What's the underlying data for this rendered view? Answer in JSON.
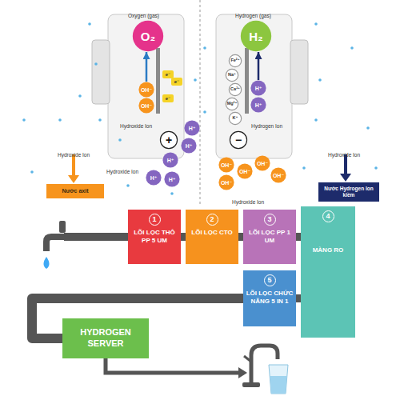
{
  "diagram": {
    "nodes": [
      {
        "text": [
          "O₂"
        ]
      },
      {
        "text": [
          "H₂"
        ]
      },
      {
        "text": [
          "Fe²⁺"
        ]
      },
      {
        "text": [
          "Na⁺"
        ]
      },
      {
        "text": [
          "e⁻"
        ]
      },
      {
        "text": [
          "e⁻"
        ]
      },
      {
        "text": [
          "OH⁻"
        ]
      },
      {
        "text": [
          "H⁺"
        ]
      },
      {
        "text": [
          "Ca²⁺"
        ]
      },
      {
        "text": [
          "e⁻"
        ]
      },
      {
        "text": [
          "OH⁻"
        ]
      },
      {
        "text": [
          "Mg²⁺"
        ]
      },
      {
        "text": [
          "H⁺"
        ]
      },
      {
        "text": [
          "K⁺"
        ]
      },
      {
        "text": [
          "H⁺"
        ]
      },
      {
        "text": [
          "+"
        ]
      },
      {
        "text": [
          "−"
        ]
      },
      {
        "text": [
          "H⁺"
        ]
      },
      {
        "text": [
          "H⁺"
        ]
      },
      {
        "text": [
          "H⁺"
        ]
      },
      {
        "text": [
          "H⁺"
        ]
      },
      {
        "text": [
          "OH⁻"
        ]
      },
      {
        "text": [
          "OH⁻"
        ]
      },
      {
        "text": [
          "OH⁻"
        ]
      },
      {
        "text": [
          "OH⁻"
        ]
      },
      {
        "text": [
          "OH⁻"
        ]
      },
      {
        "text": [
          "Nước axit"
        ]
      },
      {
        "text": [
          "Nước Hydrogen Ion kiềm"
        ]
      },
      {
        "text": [
          "1",
          "LÕI LỌC THÔ PP 5 UM"
        ]
      },
      {
        "text": [
          "2",
          "LÕI LỌC CTO"
        ]
      },
      {
        "text": [
          "3",
          "LÕI LỌC PP 1 UM"
        ]
      },
      {
        "text": [
          "4",
          "MÀNG RO"
        ]
      },
      {
        "text": [
          "5",
          "LÕI LỌC CHỨC NĂNG 5 IN 1"
        ]
      },
      {
        "text": [
          "HYDROGEN SERVER"
        ]
      }
    ],
    "edges": [
      {
        "from": 6,
        "to": 0,
        "arrow": "to"
      },
      {
        "from": 7,
        "to": 1,
        "arrow": "to"
      },
      {
        "from": 28,
        "to": 29,
        "arrow": "none"
      },
      {
        "from": 29,
        "to": 30,
        "arrow": "none"
      },
      {
        "from": 30,
        "to": 31,
        "arrow": "none"
      },
      {
        "from": 31,
        "to": 32,
        "arrow": "none"
      },
      {
        "from": 32,
        "to": 33,
        "arrow": "none"
      }
    ],
    "labels": [
      "Oxygen (gas)",
      "Hydrogen (gas)",
      "Hydroxide Ion",
      "Hydrogen Ion",
      "Hydroxide Ion",
      "Hydroxide Ion",
      "Hydroxide Ion",
      "Hydroxide Ion"
    ]
  }
}
